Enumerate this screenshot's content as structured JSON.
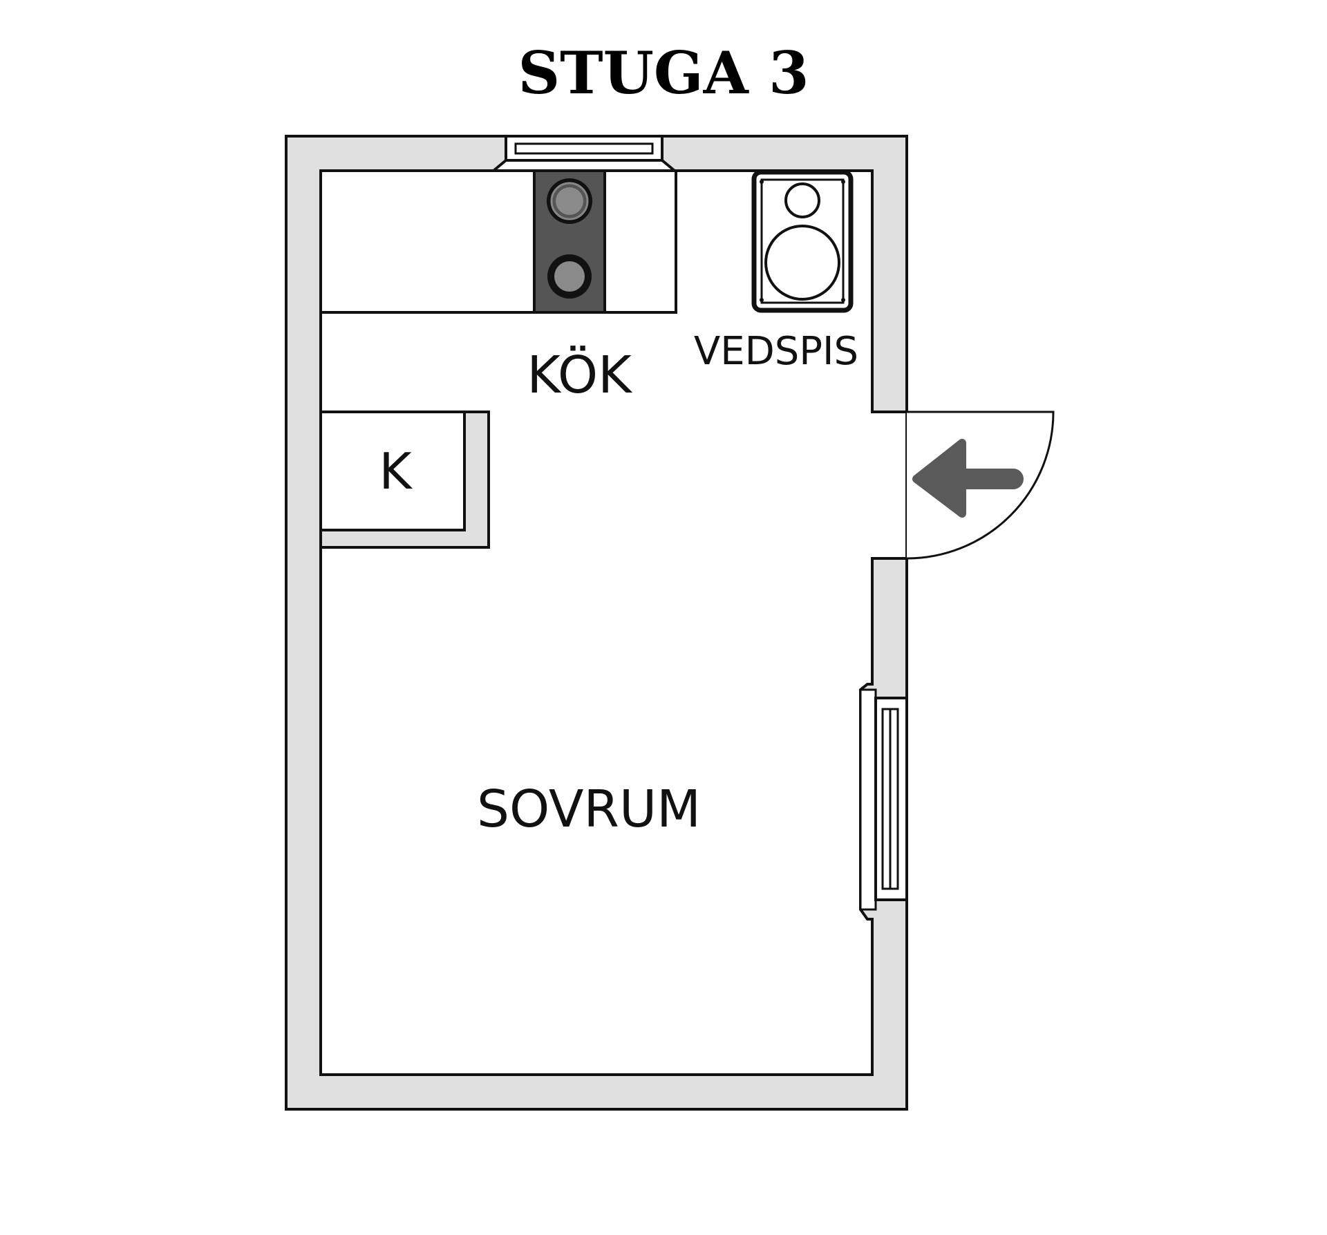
{
  "title": "STUGA 3",
  "rooms": {
    "kitchen": "KÖK",
    "stove": "VEDSPIS",
    "closet": "K",
    "bedroom": "SOVRUM"
  },
  "colors": {
    "wall_fill": "#e0e0e0",
    "line": "#111111",
    "hob_fill": "#555555",
    "arrow_fill": "#5a5a5a",
    "background": "#ffffff"
  },
  "icons": {
    "entrance": "arrow-left-icon",
    "stove": "wood-stove-icon",
    "hob": "cooktop-icon"
  }
}
